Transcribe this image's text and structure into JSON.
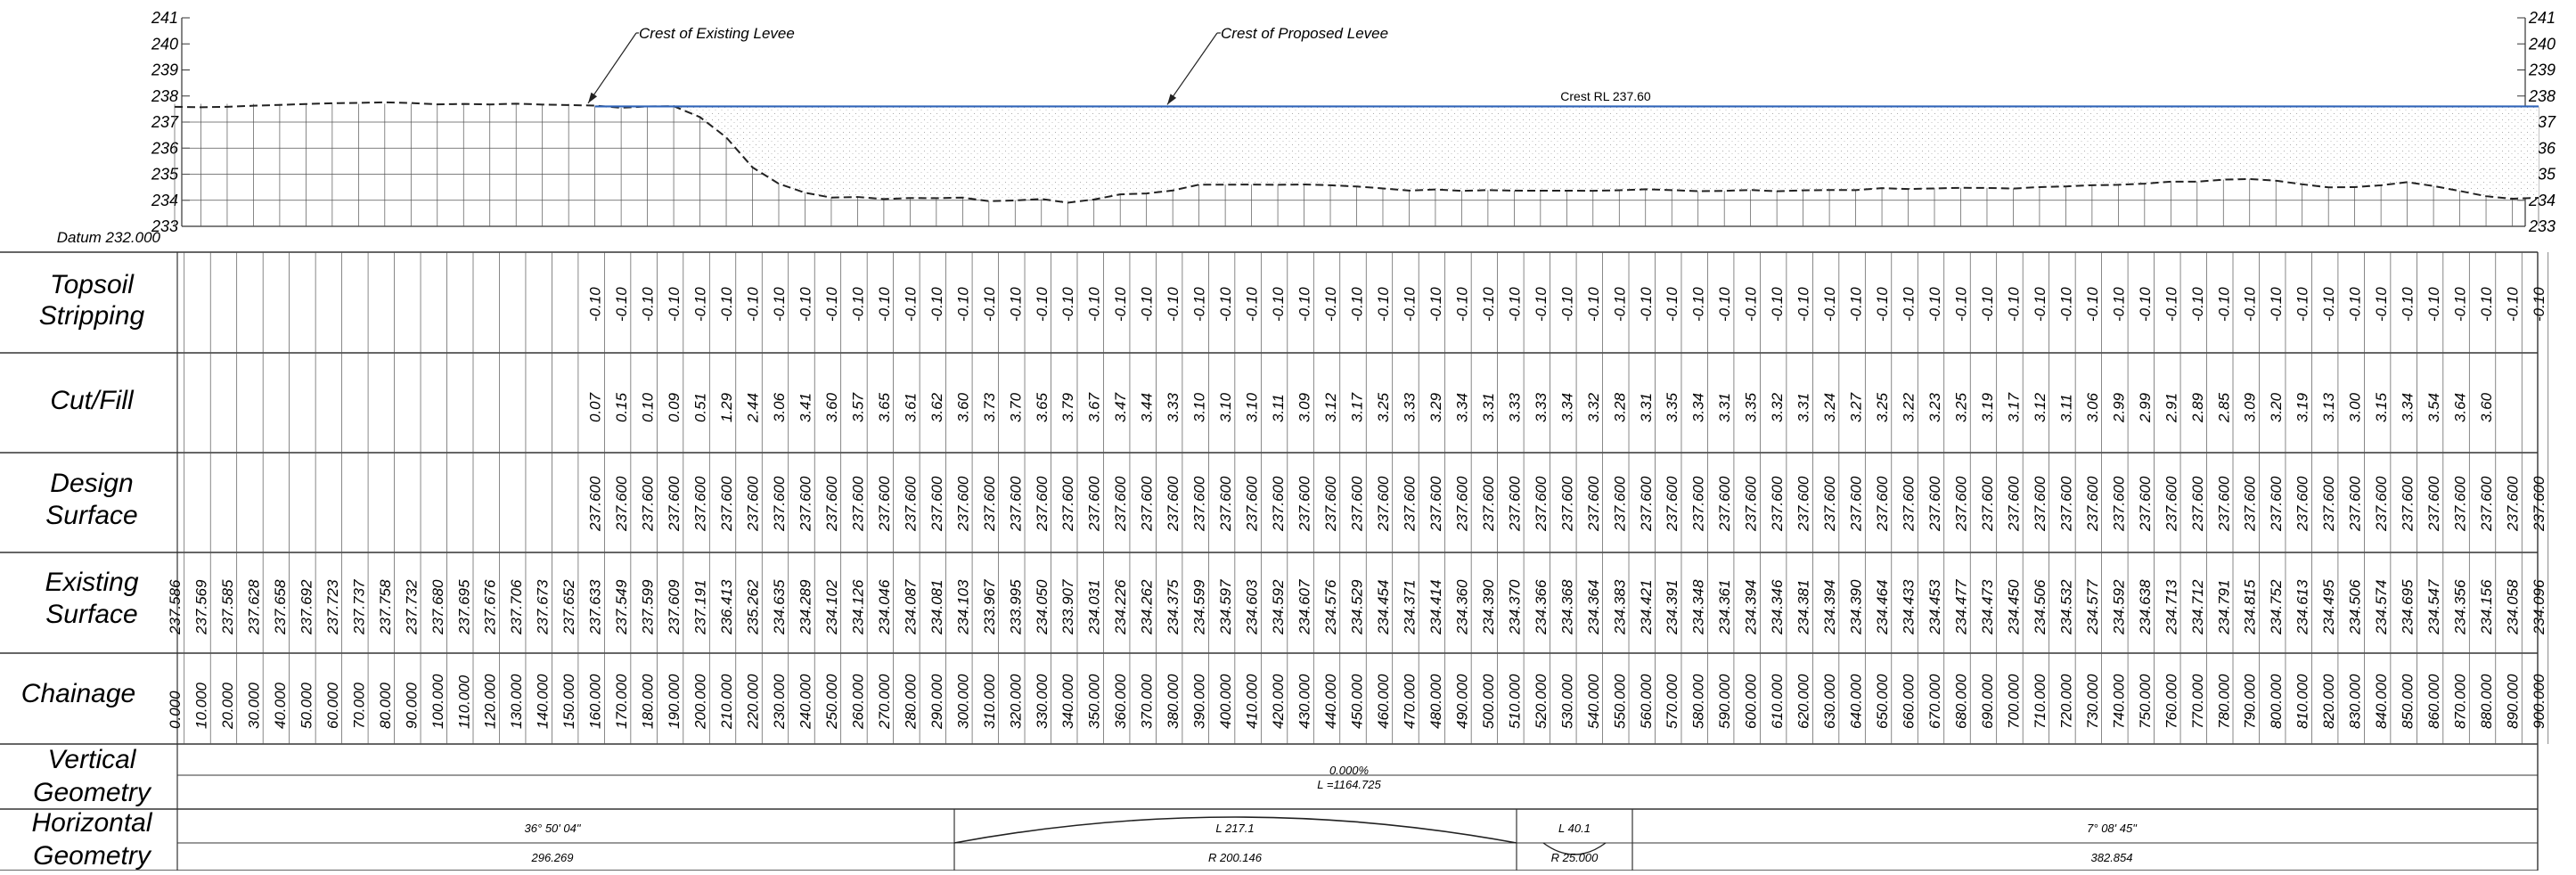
{
  "profile": {
    "datum_label": "Datum 232.000",
    "y_ticks": [
      "241",
      "240",
      "239",
      "238",
      "237",
      "236",
      "235",
      "234",
      "233"
    ],
    "annotations": {
      "existing_crest": "Crest of Existing Levee",
      "proposed_crest": "Crest of Proposed Levee",
      "crest_rl": "Crest RL 237.60"
    },
    "crest_level": 237.6,
    "y_range": [
      233,
      241
    ],
    "chainage_range": [
      0,
      900
    ],
    "colors": {
      "design_line": "#2f63b8",
      "ground_line": "#222222",
      "fill_stipple": "#9a9a9a",
      "grid": "#555555"
    }
  },
  "band_titles": {
    "topsoil": [
      "Topsoil",
      "Stripping"
    ],
    "cutfill": [
      "Cut/Fill"
    ],
    "design": [
      "Design",
      "Surface"
    ],
    "existing": [
      "Existing",
      "Surface"
    ],
    "chainage": [
      "Chainage"
    ],
    "vertical": [
      "Vertical",
      "Geometry"
    ],
    "horizontal": [
      "Horizontal",
      "Geometry"
    ]
  },
  "long_section": {
    "chainage": [
      "0.000",
      "10.000",
      "20.000",
      "30.000",
      "40.000",
      "50.000",
      "60.000",
      "70.000",
      "80.000",
      "90.000",
      "100.000",
      "110.000",
      "120.000",
      "130.000",
      "140.000",
      "150.000",
      "160.000",
      "170.000",
      "180.000",
      "190.000",
      "200.000",
      "210.000",
      "220.000",
      "230.000",
      "240.000",
      "250.000",
      "260.000",
      "270.000",
      "280.000",
      "290.000",
      "300.000",
      "310.000",
      "320.000",
      "330.000",
      "340.000",
      "350.000",
      "360.000",
      "370.000",
      "380.000",
      "390.000",
      "400.000",
      "410.000",
      "420.000",
      "430.000",
      "440.000",
      "450.000",
      "460.000",
      "470.000",
      "480.000",
      "490.000",
      "500.000",
      "510.000",
      "520.000",
      "530.000",
      "540.000",
      "550.000",
      "560.000",
      "570.000",
      "580.000",
      "590.000",
      "600.000",
      "610.000",
      "620.000",
      "630.000",
      "640.000",
      "650.000",
      "660.000",
      "670.000",
      "680.000",
      "690.000",
      "700.000",
      "710.000",
      "720.000",
      "730.000",
      "740.000",
      "750.000",
      "760.000",
      "770.000",
      "780.000",
      "790.000",
      "800.000",
      "810.000",
      "820.000",
      "830.000",
      "840.000",
      "850.000",
      "860.000",
      "870.000",
      "880.000",
      "890.000",
      "900.000"
    ],
    "existing_surface": [
      "237.586",
      "237.569",
      "237.585",
      "237.628",
      "237.658",
      "237.692",
      "237.723",
      "237.737",
      "237.758",
      "237.732",
      "237.680",
      "237.695",
      "237.676",
      "237.706",
      "237.673",
      "237.652",
      "237.633",
      "237.549",
      "237.599",
      "237.609",
      "237.191",
      "236.413",
      "235.262",
      "234.635",
      "234.289",
      "234.102",
      "234.126",
      "234.046",
      "234.087",
      "234.081",
      "234.103",
      "233.967",
      "233.995",
      "234.050",
      "233.907",
      "234.031",
      "234.226",
      "234.262",
      "234.375",
      "234.599",
      "234.597",
      "234.603",
      "234.592",
      "234.607",
      "234.576",
      "234.529",
      "234.454",
      "234.371",
      "234.414",
      "234.360",
      "234.390",
      "234.370",
      "234.366",
      "234.368",
      "234.364",
      "234.383",
      "234.421",
      "234.391",
      "234.348",
      "234.361",
      "234.394",
      "234.346",
      "234.381",
      "234.394",
      "234.390",
      "234.464",
      "234.433",
      "234.453",
      "234.477",
      "234.473",
      "234.450",
      "234.506",
      "234.532",
      "234.577",
      "234.592",
      "234.638",
      "234.713",
      "234.712",
      "234.791",
      "234.815",
      "234.752",
      "234.613",
      "234.495",
      "234.506",
      "234.574",
      "234.695",
      "234.547",
      "234.356",
      "234.156",
      "234.058",
      "234.096"
    ],
    "design_surface": [
      "",
      "",
      "",
      "",
      "",
      "",
      "",
      "",
      "",
      "",
      "",
      "",
      "",
      "",
      "",
      "",
      "237.600",
      "237.600",
      "237.600",
      "237.600",
      "237.600",
      "237.600",
      "237.600",
      "237.600",
      "237.600",
      "237.600",
      "237.600",
      "237.600",
      "237.600",
      "237.600",
      "237.600",
      "237.600",
      "237.600",
      "237.600",
      "237.600",
      "237.600",
      "237.600",
      "237.600",
      "237.600",
      "237.600",
      "237.600",
      "237.600",
      "237.600",
      "237.600",
      "237.600",
      "237.600",
      "237.600",
      "237.600",
      "237.600",
      "237.600",
      "237.600",
      "237.600",
      "237.600",
      "237.600",
      "237.600",
      "237.600",
      "237.600",
      "237.600",
      "237.600",
      "237.600",
      "237.600",
      "237.600",
      "237.600",
      "237.600",
      "237.600",
      "237.600",
      "237.600",
      "237.600",
      "237.600",
      "237.600",
      "237.600",
      "237.600",
      "237.600",
      "237.600",
      "237.600",
      "237.600",
      "237.600",
      "237.600",
      "237.600",
      "237.600",
      "237.600",
      "237.600",
      "237.600",
      "237.600",
      "237.600",
      "237.600",
      "237.600",
      "237.600",
      "237.600",
      "237.600",
      "237.600"
    ],
    "cut_fill": [
      "",
      "",
      "",
      "",
      "",
      "",
      "",
      "",
      "",
      "",
      "",
      "",
      "",
      "",
      "",
      "",
      "0.07",
      "0.15",
      "0.10",
      "0.09",
      "0.51",
      "1.29",
      "2.44",
      "3.06",
      "3.41",
      "3.60",
      "3.57",
      "3.65",
      "3.61",
      "3.62",
      "3.60",
      "3.73",
      "3.70",
      "3.65",
      "3.79",
      "3.67",
      "3.47",
      "3.44",
      "3.33",
      "3.10",
      "3.10",
      "3.10",
      "3.11",
      "3.09",
      "3.12",
      "3.17",
      "3.25",
      "3.33",
      "3.29",
      "3.34",
      "3.31",
      "3.33",
      "3.33",
      "3.34",
      "3.32",
      "3.28",
      "3.31",
      "3.35",
      "3.34",
      "3.31",
      "3.35",
      "3.32",
      "3.31",
      "3.24",
      "3.27",
      "3.25",
      "3.22",
      "3.23",
      "3.25",
      "3.19",
      "3.17",
      "3.12",
      "3.11",
      "3.06",
      "2.99",
      "2.99",
      "2.91",
      "2.89",
      "2.85",
      "3.09",
      "3.20",
      "3.19",
      "3.13",
      "3.00",
      "3.15",
      "3.34",
      "3.54",
      "3.64",
      "3.60"
    ],
    "topsoil": [
      "",
      "",
      "",
      "",
      "",
      "",
      "",
      "",
      "",
      "",
      "",
      "",
      "",
      "",
      "",
      "",
      "-0.10",
      "-0.10",
      "-0.10",
      "-0.10",
      "-0.10",
      "-0.10",
      "-0.10",
      "-0.10",
      "-0.10",
      "-0.10",
      "-0.10",
      "-0.10",
      "-0.10",
      "-0.10",
      "-0.10",
      "-0.10",
      "-0.10",
      "-0.10",
      "-0.10",
      "-0.10",
      "-0.10",
      "-0.10",
      "-0.10",
      "-0.10",
      "-0.10",
      "-0.10",
      "-0.10",
      "-0.10",
      "-0.10",
      "-0.10",
      "-0.10",
      "-0.10",
      "-0.10",
      "-0.10",
      "-0.10",
      "-0.10",
      "-0.10",
      "-0.10",
      "-0.10",
      "-0.10",
      "-0.10",
      "-0.10",
      "-0.10",
      "-0.10",
      "-0.10",
      "-0.10",
      "-0.10",
      "-0.10",
      "-0.10",
      "-0.10",
      "-0.10",
      "-0.10",
      "-0.10",
      "-0.10",
      "-0.10",
      "-0.10",
      "-0.10",
      "-0.10",
      "-0.10",
      "-0.10",
      "-0.10",
      "-0.10",
      "-0.10",
      "-0.10",
      "-0.10",
      "-0.10",
      "-0.10",
      "-0.10",
      "-0.10",
      "-0.10",
      "-0.10",
      "-0.10",
      "-0.10",
      "-0.10",
      "-0.10"
    ]
  },
  "vertical_geometry": {
    "grade": "0.000%",
    "length": "L =1164.725"
  },
  "horizontal_geometry": [
    {
      "type": "straight",
      "top": "36° 50' 04\"",
      "bottom": "296.269"
    },
    {
      "type": "curve",
      "top": "L 217.1",
      "bottom": "R 200.146"
    },
    {
      "type": "curve",
      "top": "L 40.1",
      "bottom": "R 25.000"
    },
    {
      "type": "straight",
      "top": "7° 08' 45\"",
      "bottom": "382.854"
    }
  ]
}
